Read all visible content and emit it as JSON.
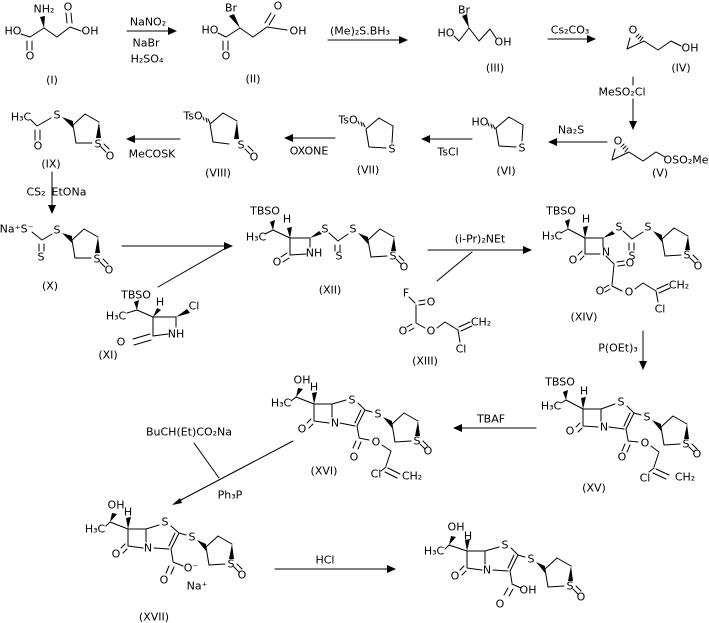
{
  "page": {
    "background": "#ffffff",
    "ink": "#000000",
    "kind": "chemical-reaction-scheme"
  },
  "scheme": {
    "structures": [
      {
        "id": "I",
        "number": "(I)",
        "num": [
          52,
          80
        ],
        "atoms": [
          [
            "HO",
            13,
            31
          ],
          [
            "NH₂",
            44,
            9
          ],
          [
            "O",
            30,
            56
          ],
          [
            "O",
            68,
            7
          ],
          [
            "OH",
            90,
            31
          ]
        ]
      },
      {
        "id": "II",
        "number": "(II)",
        "num": [
          253,
          79
        ],
        "atoms": [
          [
            "HO",
            210,
            30
          ],
          [
            "Br",
            231,
            8
          ],
          [
            "O",
            226,
            56
          ],
          [
            "O",
            278,
            6
          ],
          [
            "OH",
            298,
            31
          ]
        ]
      },
      {
        "id": "III",
        "number": "(III)",
        "num": [
          495,
          68
        ],
        "atoms": [
          [
            "HO",
            446,
            33
          ],
          [
            "Br",
            464,
            10
          ],
          [
            "OH",
            503,
            42
          ]
        ]
      },
      {
        "id": "IV",
        "number": "(IV)",
        "num": [
          681,
          68
        ],
        "atoms": [
          [
            "O",
            633,
            30
          ],
          [
            "OH",
            690,
            48
          ]
        ]
      },
      {
        "id": "V",
        "number": "(V)",
        "num": [
          660,
          173
        ],
        "atoms": [
          [
            "O",
            618,
            141
          ],
          [
            "OSO₂Me",
            686,
            160
          ]
        ]
      },
      {
        "id": "VI",
        "number": "(VI)",
        "num": [
          506,
          171
        ],
        "atoms": [
          [
            "HO",
            480,
            122
          ],
          [
            "S",
            522,
            148
          ]
        ]
      },
      {
        "id": "VII",
        "number": "(VII)",
        "num": [
          368,
          170
        ],
        "atoms": [
          [
            "TsO",
            348,
            120
          ],
          [
            "S",
            392,
            149
          ]
        ]
      },
      {
        "id": "VIII",
        "number": "(VIII)",
        "num": [
          218,
          173
        ],
        "atoms": [
          [
            "TsO",
            193,
            116
          ],
          [
            "S",
            241,
            145
          ],
          [
            "O",
            254,
            157
          ]
        ]
      },
      {
        "id": "IX",
        "number": "(IX)",
        "num": [
          51,
          164
        ],
        "atoms": [
          [
            "H₃C",
            21,
            117
          ],
          [
            "S",
            57,
            115
          ],
          [
            "O",
            38,
            146
          ],
          [
            "S",
            98,
            144
          ],
          [
            "O",
            110,
            156
          ]
        ]
      },
      {
        "id": "X",
        "number": "(X)",
        "num": [
          50,
          286
        ],
        "atoms": [
          [
            "Na⁺",
            10,
            229
          ],
          [
            "S⁻",
            27,
            229
          ],
          [
            "S",
            41,
            257
          ],
          [
            "S",
            57,
            230
          ],
          [
            "S",
            97,
            259
          ],
          [
            "O",
            109,
            270
          ]
        ]
      },
      {
        "id": "XI",
        "number": "(XI)",
        "num": [
          108,
          355
        ],
        "atoms": [
          [
            "TBSO",
            136,
            295
          ],
          [
            "H",
            160,
            302
          ],
          [
            "H₃C",
            116,
            316
          ],
          [
            "Cl",
            194,
            306
          ],
          [
            "NH",
            176,
            334
          ],
          [
            "O",
            121,
            342
          ]
        ]
      },
      {
        "id": "XII",
        "number": "(XII)",
        "num": [
          330,
          290
        ],
        "atoms": [
          [
            "TBSO",
            265,
            211
          ],
          [
            "H",
            287,
            219
          ],
          [
            "H₃C",
            256,
            237
          ],
          [
            "S",
            325,
            229
          ],
          [
            "S",
            339,
            256
          ],
          [
            "S",
            353,
            229
          ],
          [
            "NH",
            314,
            253
          ],
          [
            "O",
            277,
            262
          ],
          [
            "S",
            393,
            256
          ],
          [
            "O",
            404,
            267
          ]
        ]
      },
      {
        "id": "XIII",
        "number": "(XIII)",
        "num": [
          425,
          361
        ],
        "atoms": [
          [
            "F",
            406,
            293
          ],
          [
            "O",
            431,
            302
          ],
          [
            "O",
            403,
            331
          ],
          [
            "O",
            431,
            331
          ],
          [
            "CH₂",
            481,
            322
          ],
          [
            "Cl",
            461,
            349
          ]
        ]
      },
      {
        "id": "XIV",
        "number": "(XIV)",
        "num": [
          584,
          317
        ],
        "atoms": [
          [
            "TBSO",
            561,
            211
          ],
          [
            "H",
            586,
            219
          ],
          [
            "H₃C",
            552,
            236
          ],
          [
            "S",
            619,
            227
          ],
          [
            "S",
            632,
            256
          ],
          [
            "S",
            648,
            227
          ],
          [
            "N",
            606,
            252
          ],
          [
            "O",
            573,
            260
          ],
          [
            "O",
            630,
            263
          ],
          [
            "O",
            600,
            291
          ],
          [
            "O",
            629,
            292
          ],
          [
            "CH₂",
            679,
            285
          ],
          [
            "Cl",
            660,
            309
          ],
          [
            "S",
            687,
            255
          ],
          [
            "O",
            698,
            266
          ]
        ]
      },
      {
        "id": "XV",
        "number": "(XV)",
        "num": [
          594,
          488
        ],
        "atoms": [
          [
            "TBSO",
            560,
            382
          ],
          [
            "H",
            584,
            391
          ],
          [
            "H₃C",
            551,
            406
          ],
          [
            "S",
            621,
            402
          ],
          [
            "N",
            604,
            427
          ],
          [
            "O",
            570,
            431
          ],
          [
            "S",
            647,
            417
          ],
          [
            "O",
            622,
            457
          ],
          [
            "O",
            645,
            443
          ],
          [
            "CH₂",
            685,
            477
          ],
          [
            "Cl",
            645,
            478
          ],
          [
            "S",
            686,
            444
          ],
          [
            "O",
            697,
            454
          ]
        ]
      },
      {
        "id": "XVI",
        "number": "(XVI)",
        "num": [
          324,
          471
        ],
        "atoms": [
          [
            "OH",
            302,
            380
          ],
          [
            "H",
            314,
            387
          ],
          [
            "H₃C",
            281,
            403
          ],
          [
            "S",
            352,
            400
          ],
          [
            "N",
            335,
            423
          ],
          [
            "O",
            302,
            429
          ],
          [
            "S",
            378,
            414
          ],
          [
            "O",
            354,
            457
          ],
          [
            "O",
            376,
            442
          ],
          [
            "CH₂",
            412,
            476
          ],
          [
            "Cl",
            376,
            474
          ],
          [
            "S",
            417,
            441
          ],
          [
            "O",
            428,
            451
          ]
        ]
      },
      {
        "id": "XVII",
        "number": "(XVII)",
        "num": [
          154,
          617
        ],
        "atoms": [
          [
            "OH",
            116,
            505
          ],
          [
            "H",
            128,
            512
          ],
          [
            "H₃C",
            95,
            529
          ],
          [
            "S",
            165,
            522
          ],
          [
            "N",
            148,
            548
          ],
          [
            "O",
            116,
            554
          ],
          [
            "S",
            192,
            537
          ],
          [
            "O⁻",
            191,
            568
          ],
          [
            "O",
            164,
            580
          ],
          [
            "Na⁺",
            197,
            586
          ],
          [
            "S",
            231,
            564
          ],
          [
            "O",
            242,
            575
          ]
        ]
      },
      {
        "id": "final",
        "number": "",
        "num": [
          0,
          0
        ],
        "atoms": [
          [
            "OH",
            456,
            527
          ],
          [
            "H",
            468,
            536
          ],
          [
            "H₃C",
            434,
            551
          ],
          [
            "S",
            505,
            545
          ],
          [
            "N",
            487,
            570
          ],
          [
            "O",
            455,
            576
          ],
          [
            "S",
            531,
            559
          ],
          [
            "OH",
            528,
            590
          ],
          [
            "O",
            500,
            604
          ],
          [
            "S",
            570,
            586
          ],
          [
            "O",
            581,
            597
          ]
        ]
      }
    ],
    "steps": [
      {
        "id": "step-1",
        "labels": [
          [
            "NaNO₂",
            148,
            22
          ],
          [
            "NaBr",
            146,
            43
          ],
          [
            "H₂SO₄",
            147,
            59
          ]
        ]
      },
      {
        "id": "step-2",
        "labels": [
          [
            "(Me)₂S.BH₃",
            360,
            31
          ]
        ]
      },
      {
        "id": "step-3",
        "labels": [
          [
            "Cs₂CO₃",
            570,
            30
          ]
        ]
      },
      {
        "id": "step-4",
        "labels": [
          [
            "MeSO₂Cl",
            622,
            92
          ]
        ]
      },
      {
        "id": "step-5",
        "labels": [
          [
            "Na₂S",
            571,
            130
          ]
        ]
      },
      {
        "id": "step-6",
        "labels": [
          [
            "TsCl",
            448,
            152
          ]
        ]
      },
      {
        "id": "step-7",
        "labels": [
          [
            "OXONE",
            309,
            151
          ]
        ]
      },
      {
        "id": "step-8",
        "labels": [
          [
            "MeCOSK",
            152,
            154
          ]
        ]
      },
      {
        "id": "step-9",
        "labels": [
          [
            "CS₂",
            36,
            192
          ],
          [
            "EtONa",
            69,
            192
          ]
        ]
      },
      {
        "id": "step-11",
        "labels": [
          [
            "(i-Pr)₂NEt",
            480,
            239
          ]
        ]
      },
      {
        "id": "step-12",
        "labels": [
          [
            "P(OEt)₃",
            618,
            348
          ]
        ]
      },
      {
        "id": "step-13",
        "labels": [
          [
            "TBAF",
            491,
            419
          ]
        ]
      },
      {
        "id": "step-14",
        "labels": [
          [
            "BuCH(Et)CO₂Na",
            189,
            432
          ],
          [
            "Ph₃P",
            230,
            495
          ]
        ]
      },
      {
        "id": "step-15",
        "labels": [
          [
            "HCl",
            325,
            560
          ]
        ]
      }
    ]
  }
}
